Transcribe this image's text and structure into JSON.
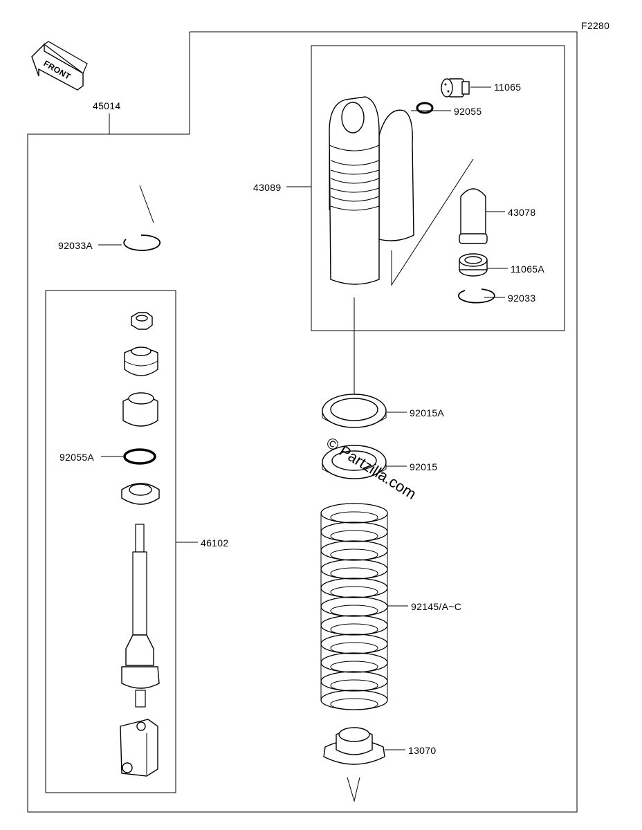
{
  "figure_code": "F2280",
  "watermark": "© Partzilla.com",
  "front_arrow_label": "FRONT",
  "callouts": {
    "c45014": "45014",
    "c11065": "11065",
    "c92055": "92055",
    "c43089": "43089",
    "c43078": "43078",
    "c11065A": "11065A",
    "c92033": "92033",
    "c92033A": "92033A",
    "c92015A": "92015A",
    "c92015": "92015",
    "c92055A": "92055A",
    "c46102": "46102",
    "c92145": "92145/A~C",
    "c13070": "13070"
  }
}
